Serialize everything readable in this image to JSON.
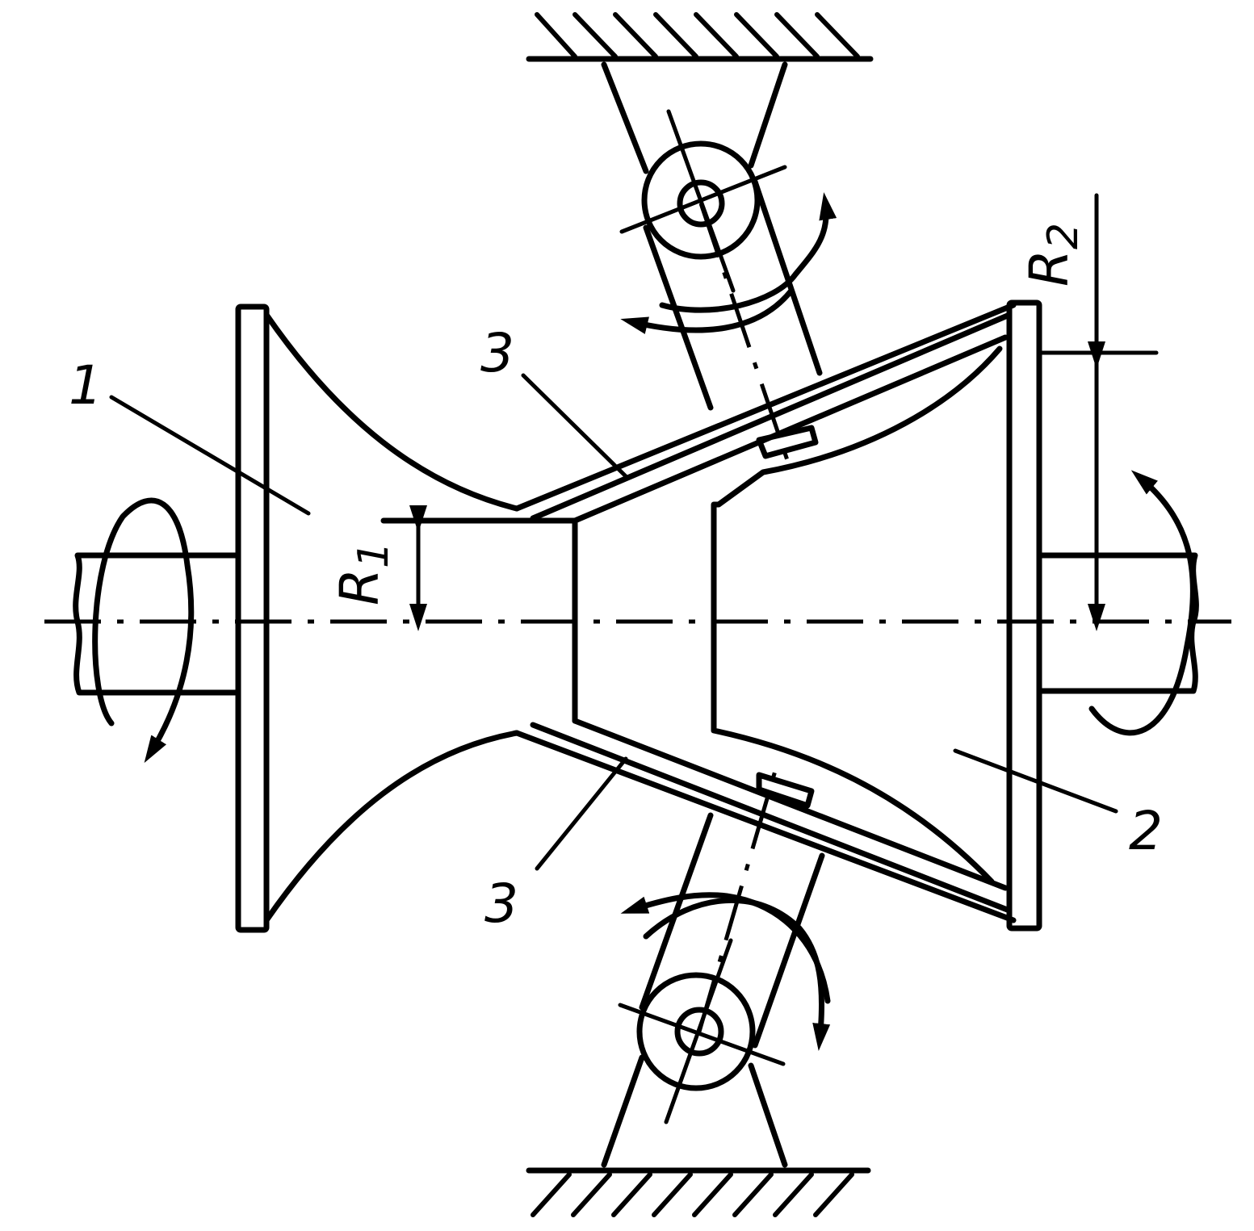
{
  "labels": {
    "part_1": "1",
    "part_2": "2",
    "part_3_top": "3",
    "part_3_bottom": "3",
    "r1_letter": "R",
    "r1_index": "1",
    "r2_letter": "R",
    "r2_index": "2"
  }
}
